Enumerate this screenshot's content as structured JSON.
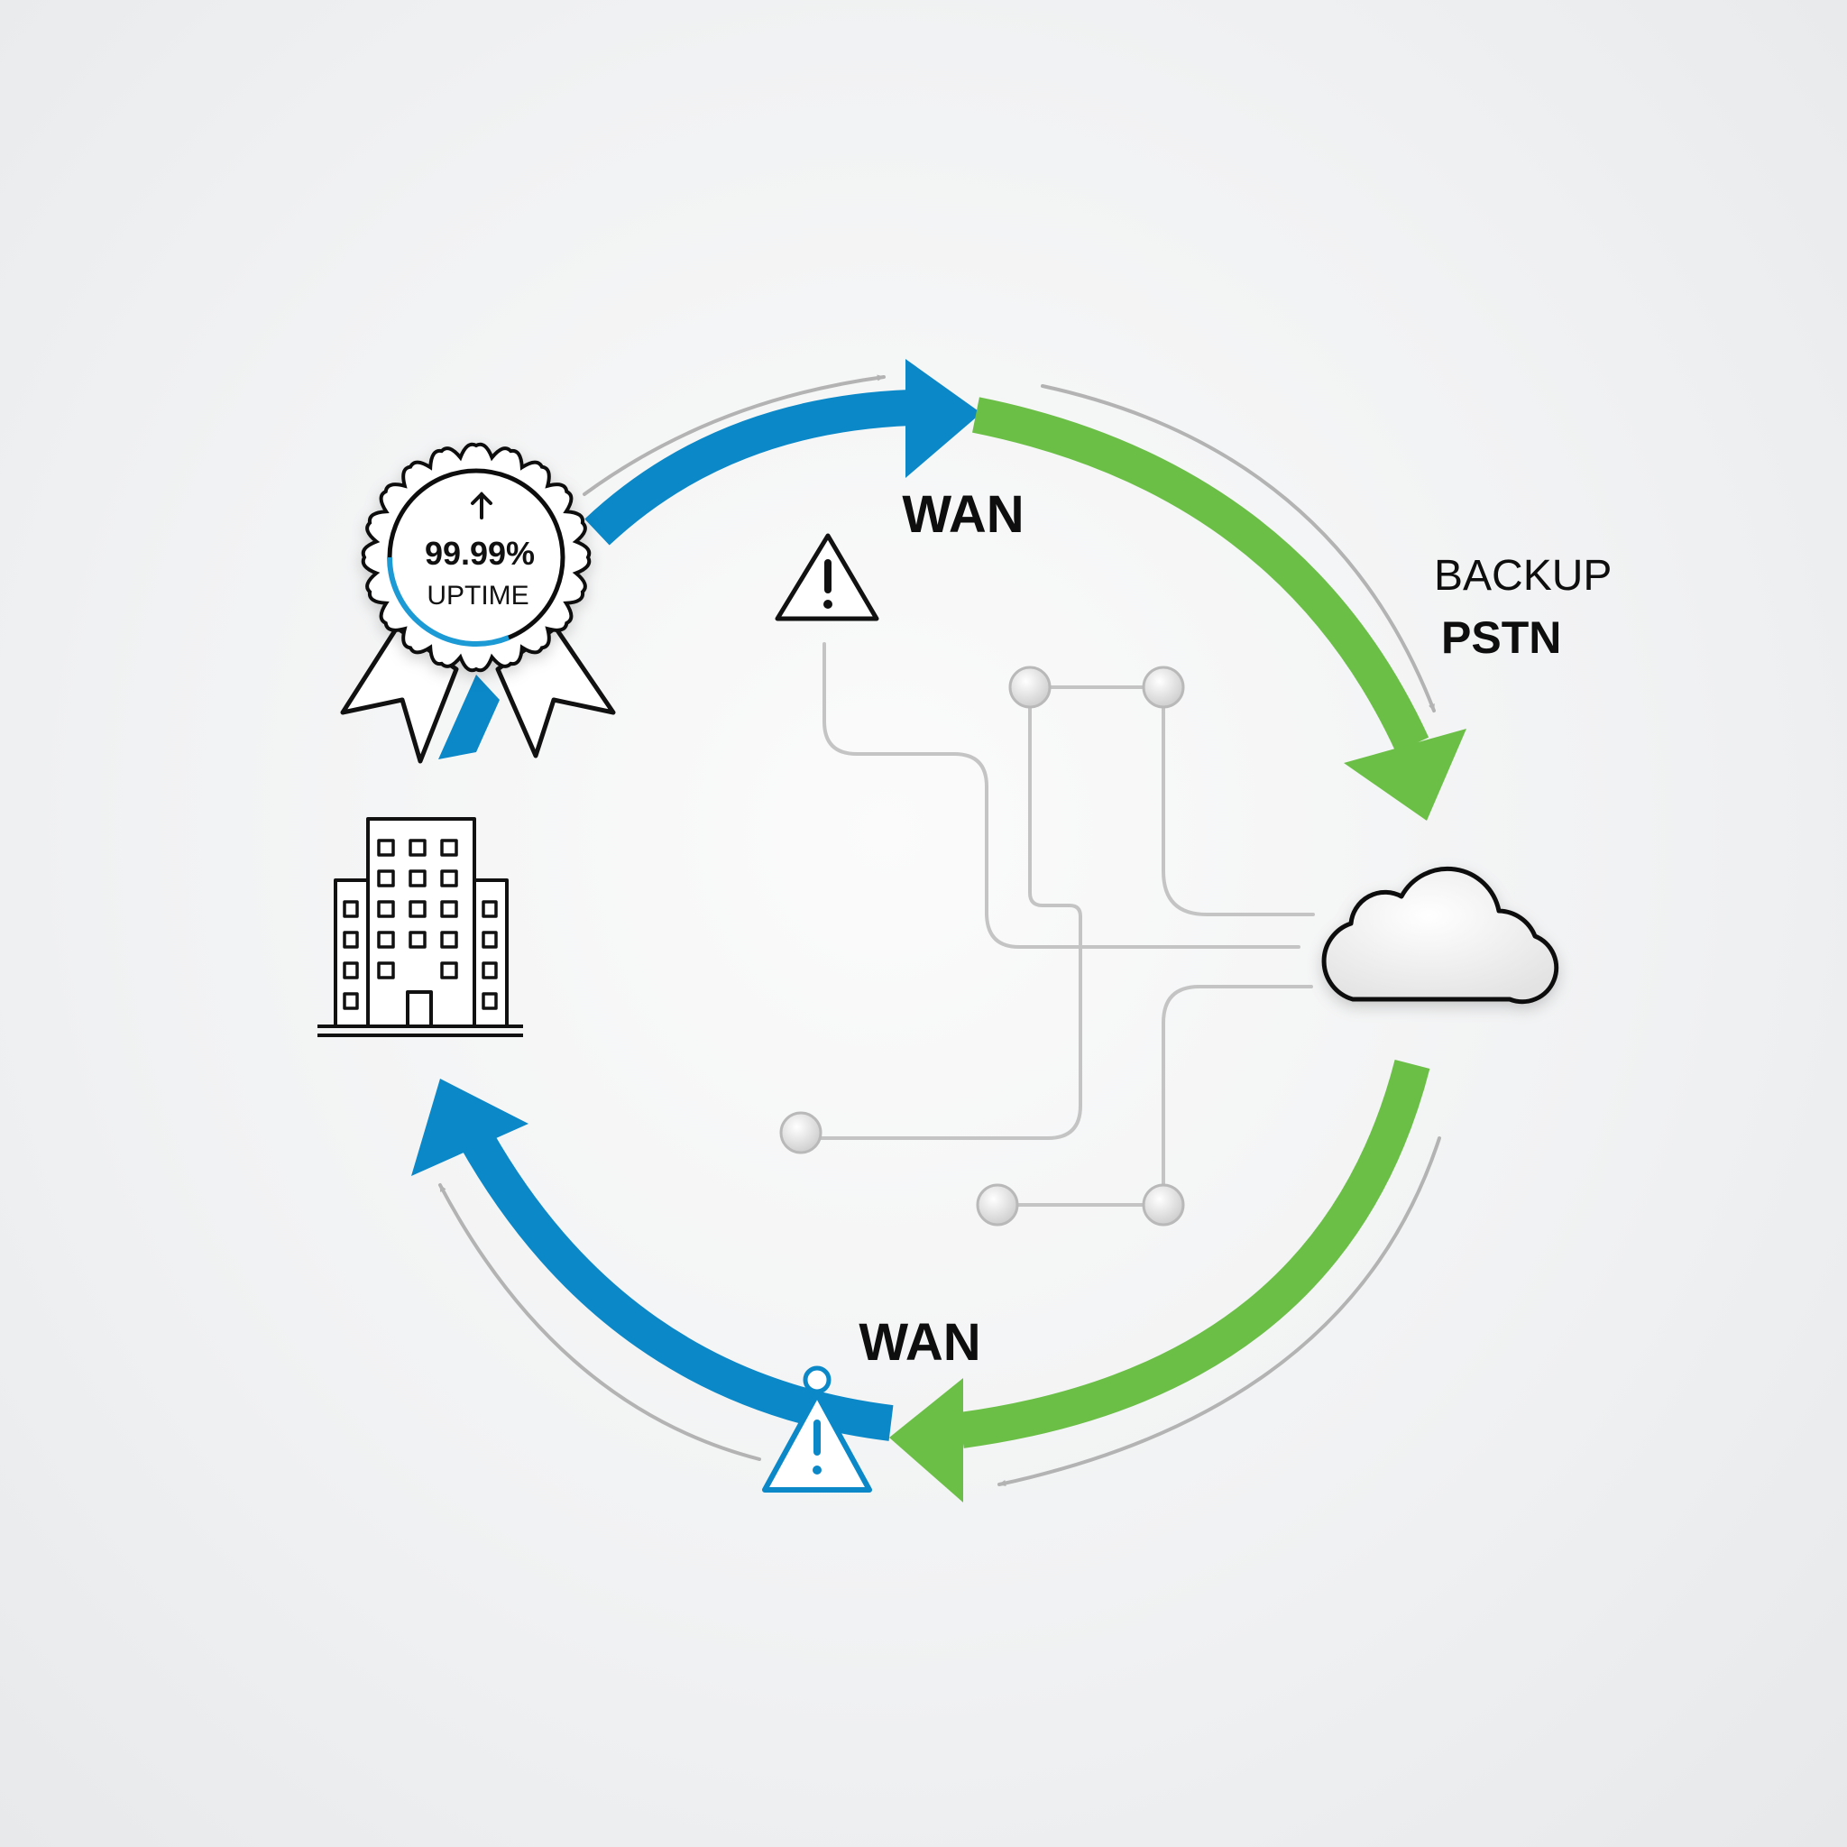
{
  "labels": {
    "wan_top": "WAN",
    "wan_bottom": "WAN",
    "backup_line1": "BACKUP",
    "backup_line2": "PSTN"
  },
  "badge": {
    "value": "99.99%",
    "caption": "UPTIME"
  },
  "icons": {
    "badge": "ribbon-award-icon",
    "building": "office-building-icon",
    "cloud": "cloud-icon",
    "warning_top": "warning-triangle-icon",
    "warning_bottom": "warning-triangle-icon",
    "uptime_arrow": "arrow-up-icon"
  },
  "colors": {
    "wan_blue": "#0a88c8",
    "backup_green": "#6bbf47",
    "ink": "#111111",
    "circuit_gray": "#c4c4c4",
    "thin_arrow_gray": "#b3b3b3"
  }
}
